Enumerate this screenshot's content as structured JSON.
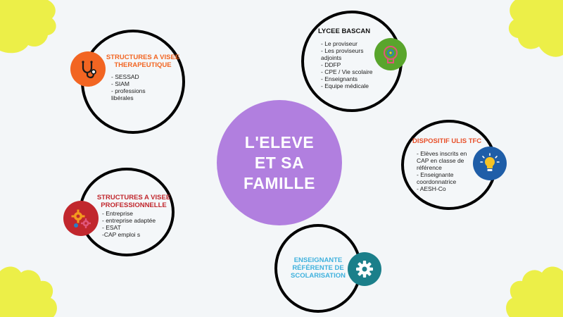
{
  "colors": {
    "background": "#f3f6f8",
    "yellow": "#ecef48",
    "center": "#b17fdf",
    "orange": "#f26522",
    "red": "#c1272d",
    "green": "#59a52c",
    "blue": "#1f5ea8",
    "teal": "#1b7f8a",
    "lightblue": "#3fb1dd"
  },
  "center": {
    "lines": [
      "L'ELEVE",
      "ET SA",
      "FAMILLE"
    ]
  },
  "nodes": {
    "therapeutique": {
      "title_lines": [
        "STRUCTURES A VISEE",
        "THERAPEUTIQUE"
      ],
      "icon": "stethoscope-icon",
      "items": [
        "- SESSAD",
        "- SIAM",
        "- professions",
        "libérales"
      ]
    },
    "lycee": {
      "title_lines": [
        "LYCEE BASCAN"
      ],
      "icon": "head-gears-icon",
      "items": [
        "- Le proviseur",
        "- Les proviseurs",
        "adjoints",
        "- DDFP",
        "- CPE / Vie scolaire",
        "- Enseignants",
        "- Equipe médicale"
      ]
    },
    "ulis": {
      "title_lines": [
        "DISPOSITIF ULIS TFC"
      ],
      "icon": "lightbulb-icon",
      "items": [
        "- Elèves inscrits en",
        "CAP en classe de",
        "référence",
        "- Enseignante",
        "coordonnatrice",
        "- AESH-Co"
      ]
    },
    "professionnelle": {
      "title_lines": [
        "STRUCTURES A VISEE",
        "PROFESSIONNELLE"
      ],
      "icon": "gears-icon",
      "items": [
        "- Entreprise",
        "- entreprise adaptée",
        "- ESAT",
        "-CAP emploi s"
      ]
    },
    "referente": {
      "title_lines": [
        "ENSEIGNANTE",
        "RÉFÉRENTE DE",
        "SCOLARISATION"
      ],
      "icon": "gear-icon",
      "items": []
    }
  }
}
